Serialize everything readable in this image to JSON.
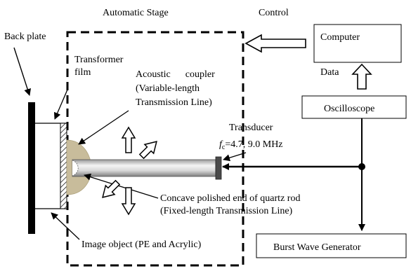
{
  "labels": {
    "automatic_stage": "Automatic Stage",
    "control": "Control",
    "back_plate": "Back plate",
    "transformer_line1": "Transformer",
    "transformer_line2": "film",
    "acoustic_line1": "Acoustic      coupler",
    "acoustic_line2": "(Variable-length",
    "acoustic_line3": "Transmission Line)",
    "computer": "Computer",
    "data": "Data",
    "oscilloscope": "Oscilloscope",
    "transducer": "Transducer",
    "fc_f": "f",
    "fc_sub": "c",
    "fc_value": "=4.7, 9.0 MHz",
    "concave_line1": "Concave polished end of quartz rod",
    "concave_line2": "(Fixed-length Transmission Line)",
    "image_object": "Image object (PE and Acrylic)",
    "burst_wave_generator": "Burst Wave Generator"
  },
  "colors": {
    "coupler": "#c8bc9b",
    "rod_dark": "#8e8e8e",
    "rod_light": "#f4f4f4",
    "transducer": "#4a4a4a",
    "line": "#000000"
  }
}
